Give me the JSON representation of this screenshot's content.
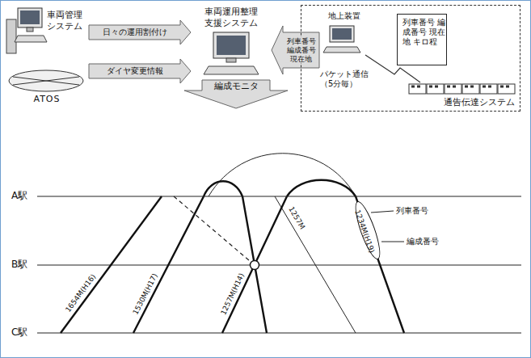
{
  "diagram": {
    "nodes": [
      {
        "text": [
          "車両管理システム"
        ]
      },
      {
        "text": [
          "ATOS"
        ]
      },
      {
        "text": [
          "車両運用整理支援システム"
        ]
      },
      {
        "text": [
          "通告伝達システム"
        ]
      },
      {
        "text": [
          "地上装置"
        ],
        "in": 3
      },
      {
        "text": [
          "列車番号 編成番号 現在地 キロ程"
        ],
        "in": 3
      },
      {
        "text": [
          "1234M(H19)"
        ]
      }
    ],
    "edges": [
      {
        "from": 0,
        "to": 2,
        "arrow": "to",
        "label": "日々の運用割付け"
      },
      {
        "from": 1,
        "to": 2,
        "arrow": "to",
        "label": "ダイヤ変更情報"
      },
      {
        "from": 4,
        "to": 2,
        "arrow": "to",
        "label": "列車番号 編成番号 現在地"
      }
    ],
    "labels": [
      "パケット通信（5分毎）",
      "編成モニタ",
      "A駅",
      "B駅",
      "C駅",
      "1654M(H16)",
      "1530M(H17)",
      "1257M(H14)",
      "1257M",
      "列車番号",
      "編成番号"
    ]
  }
}
